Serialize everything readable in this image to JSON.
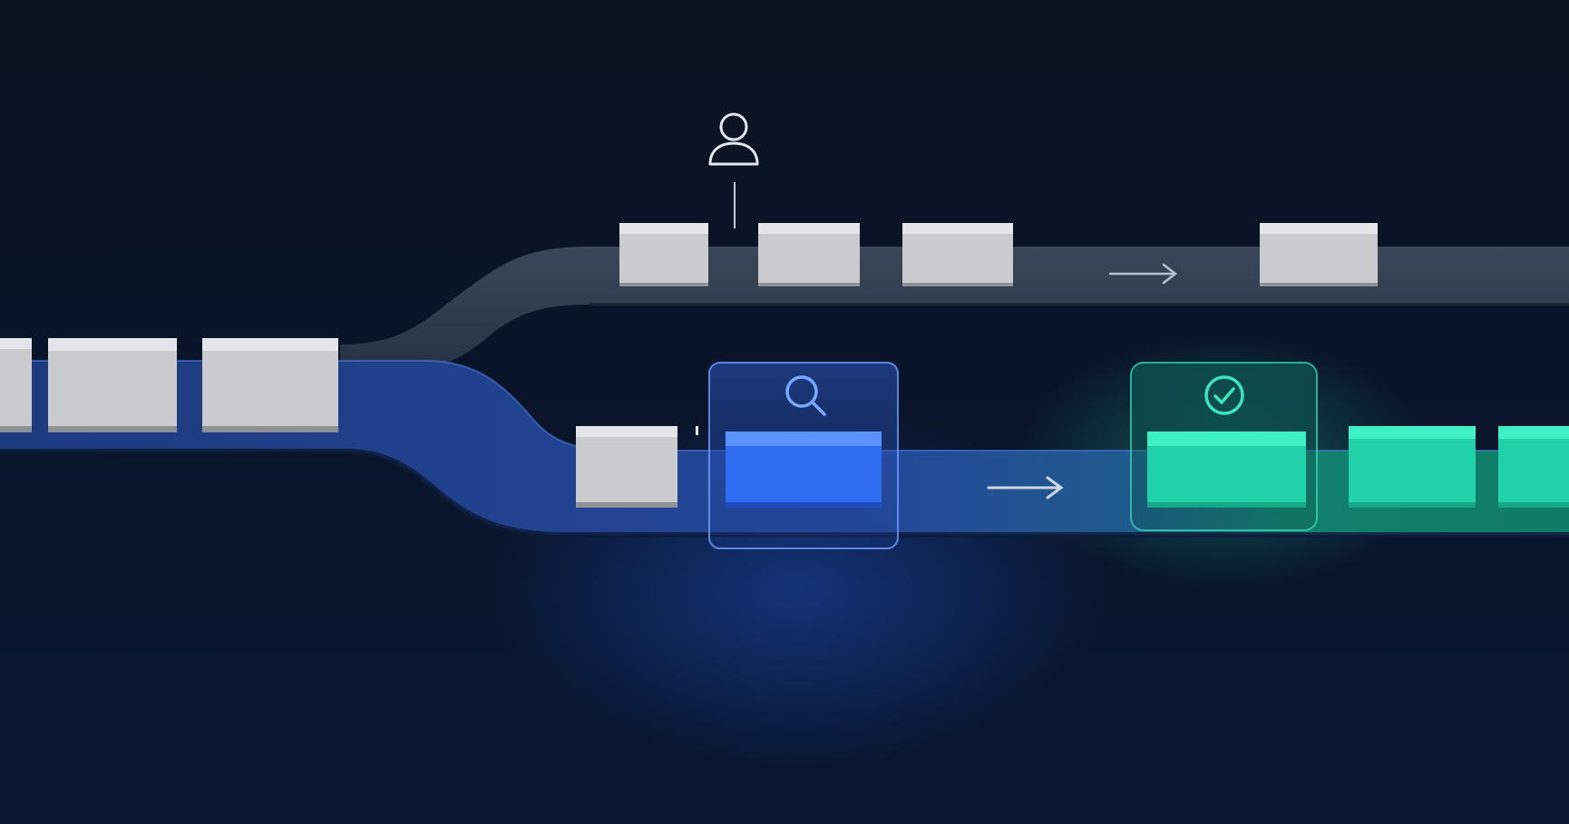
{
  "diagram": {
    "colors": {
      "background_top": "#0b1322",
      "background_bottom": "#081631",
      "upper_track": "#2b3648",
      "upper_track_edge": "#3c4a60",
      "lower_track": "#1f3f86",
      "lower_track_edge": "#3a64c4",
      "box_gray": "#c9cbce",
      "box_gray_side": "#8e9297",
      "inspect_box": "#2f6df0",
      "inspect_frame": "#6f9dff",
      "approved_box": "#1fd2aa",
      "approved_frame": "#3fe3c0",
      "icon_light": "#e4e8ee",
      "arrow": "#b7c2d4"
    },
    "lanes": [
      {
        "name": "upper-track",
        "icons": [
          "person-icon"
        ],
        "arrow": "arrow-right-icon"
      },
      {
        "name": "lower-track",
        "stations": [
          {
            "name": "inspection-station",
            "icon": "magnifier-icon",
            "state": "inspecting"
          },
          {
            "name": "approval-station",
            "icon": "check-circle-icon",
            "state": "approved"
          }
        ],
        "arrow": "arrow-right-icon"
      }
    ]
  }
}
